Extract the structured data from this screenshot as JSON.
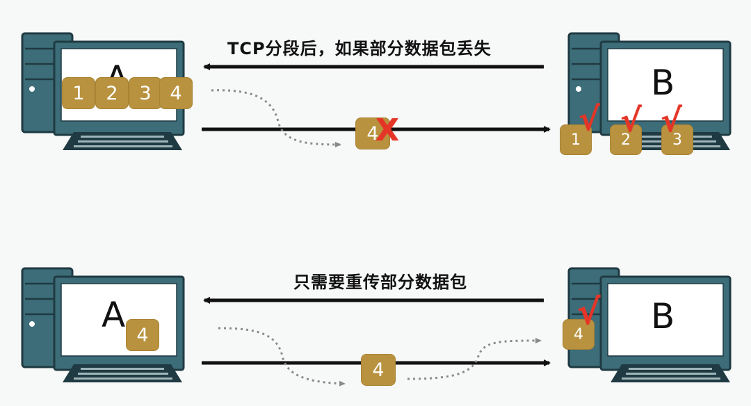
{
  "panels": [
    {
      "caption": "TCP分段后，如果部分数据包丢失",
      "sender": {
        "label": "A",
        "segments": [
          "1",
          "2",
          "3",
          "4"
        ]
      },
      "receiver": {
        "label": "B",
        "received": [
          "1",
          "2",
          "3"
        ],
        "check_glyph": "√"
      },
      "in_transit": {
        "segment": "4",
        "status": "lost",
        "mark_glyph": "X"
      }
    },
    {
      "caption": "只需要重传部分数据包",
      "sender": {
        "label": "A",
        "segments": [
          "4"
        ]
      },
      "receiver": {
        "label": "B",
        "received": [
          "4"
        ],
        "check_glyph": "√"
      },
      "in_transit": {
        "segment": "4",
        "status": "retransmitted"
      }
    }
  ],
  "colors": {
    "computer_body": "#3c6d79",
    "computer_outline": "#1f3a42",
    "screen": "#ffffff",
    "packet": "#b8923e",
    "arrow": "#111111",
    "dotted_path": "#8a8a8a",
    "mark": "#e53527",
    "background": "#f7f8f8"
  }
}
